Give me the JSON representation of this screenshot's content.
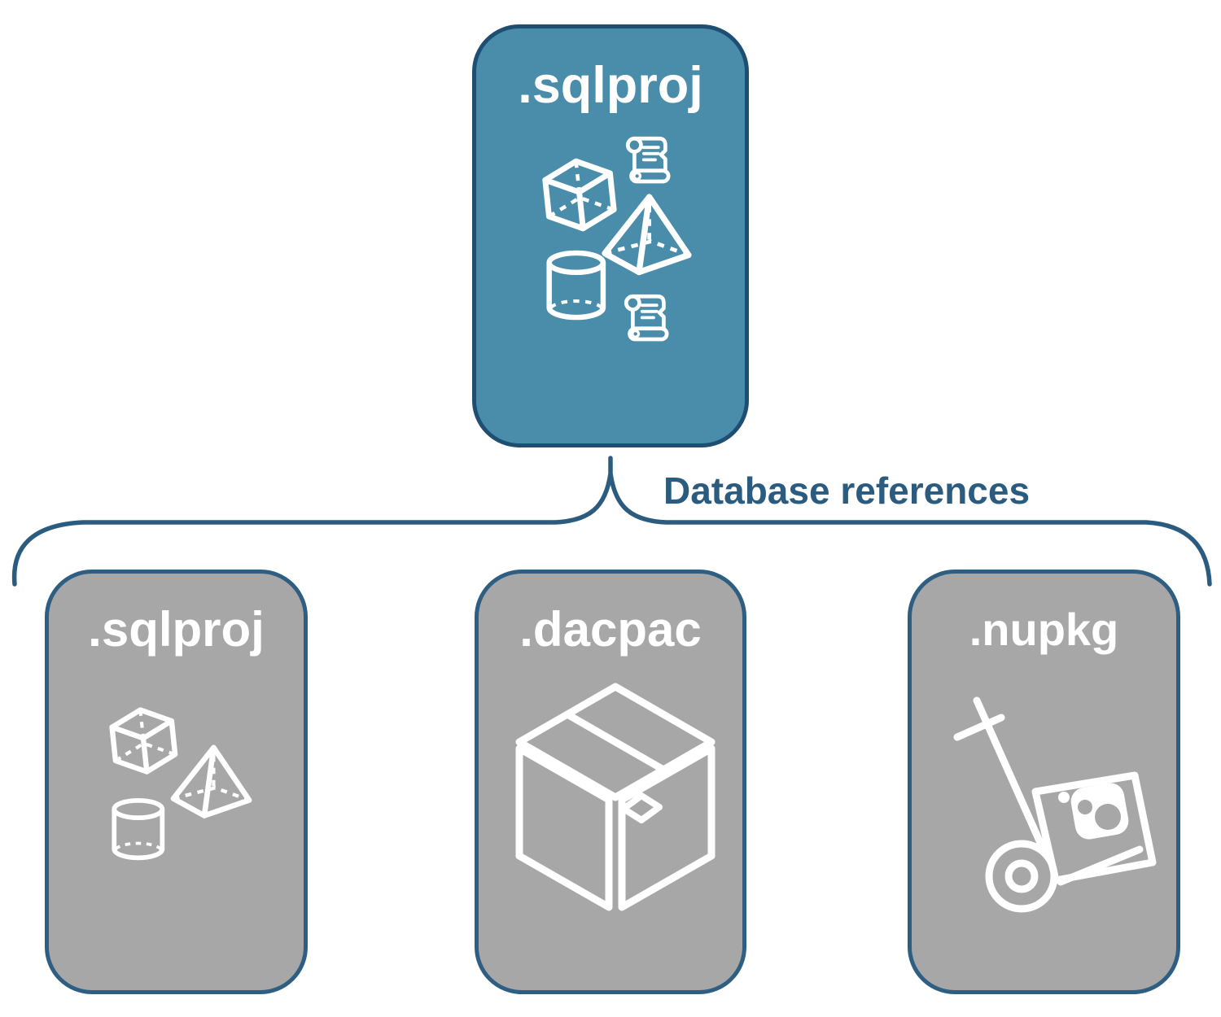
{
  "diagram_type": "database-project-references",
  "root_box": {
    "label": ".sqlproj",
    "icons": [
      "cube",
      "scroll",
      "pyramid",
      "cylinder",
      "scroll"
    ]
  },
  "connector": {
    "label": "Database references",
    "shape": "upward-curly-brace"
  },
  "child_boxes": [
    {
      "label": ".sqlproj",
      "icons": [
        "cube",
        "pyramid",
        "cylinder"
      ]
    },
    {
      "label": ".dacpac",
      "icons": [
        "package-box"
      ]
    },
    {
      "label": ".nupkg",
      "icons": [
        "hand-truck",
        "nuget-package"
      ]
    }
  ],
  "colors": {
    "teal": "#4a8dab",
    "gray": "#a7a7a7",
    "border_root": "#1f4e73",
    "border_child": "#2e5f83",
    "line": "#2b5c80",
    "icon_white": "#ffffff"
  }
}
